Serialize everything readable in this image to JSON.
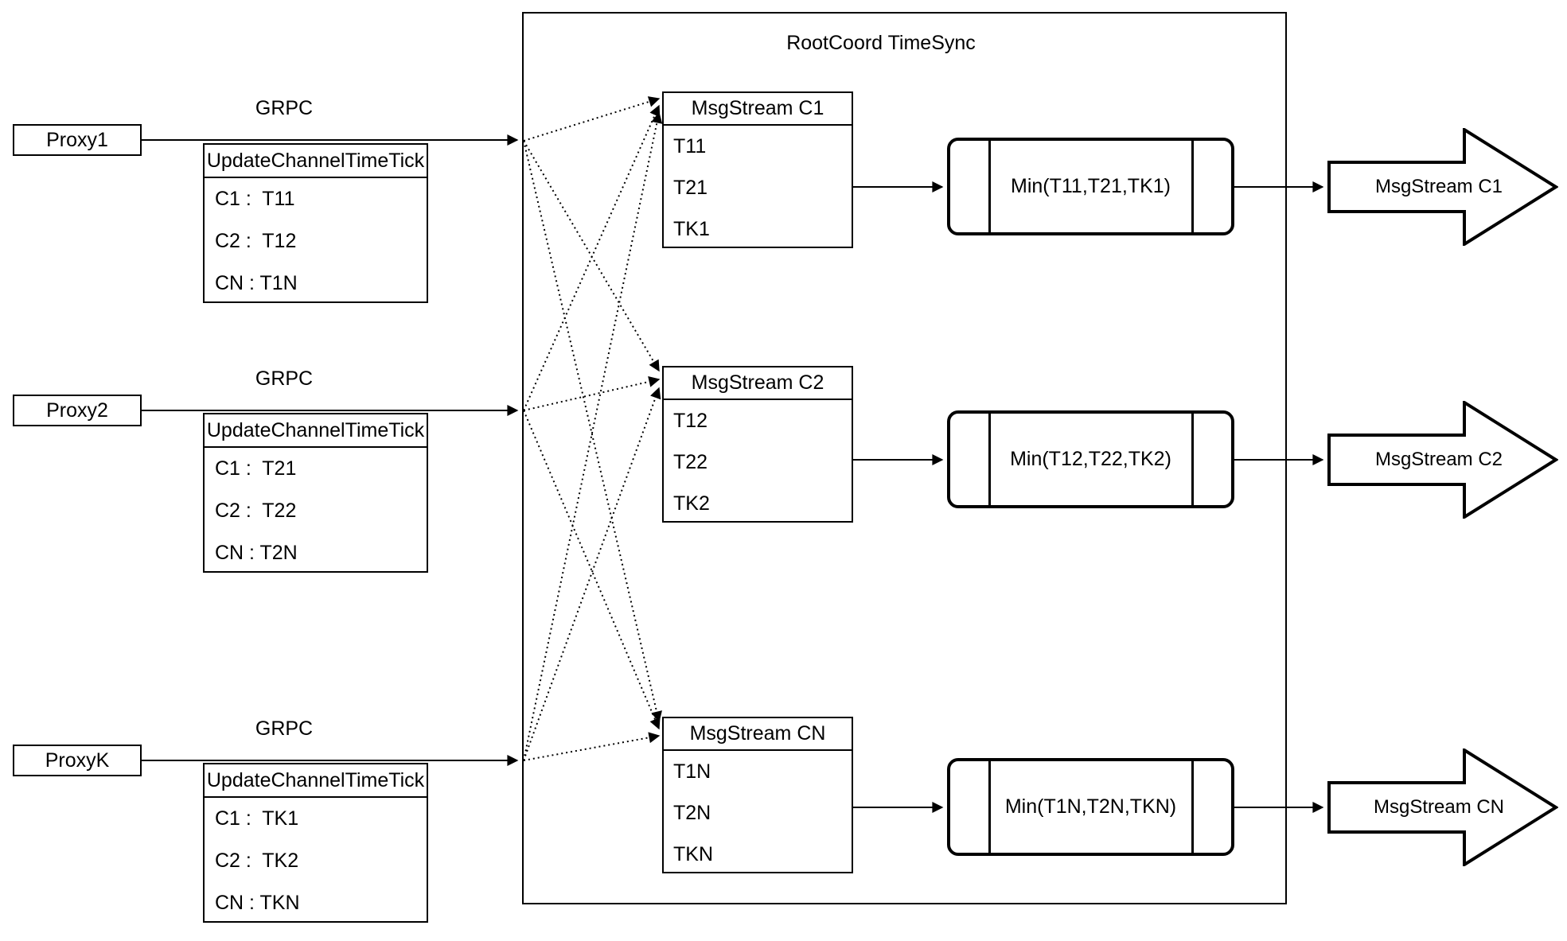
{
  "container": {
    "title": "RootCoord TimeSync"
  },
  "proxies": [
    {
      "label": "Proxy1",
      "grpc_label": "GRPC",
      "table": {
        "header": "UpdateChannelTimeTick",
        "rows": [
          "C1 :  T11",
          "C2 :  T12",
          "CN : T1N"
        ]
      }
    },
    {
      "label": "Proxy2",
      "grpc_label": "GRPC",
      "table": {
        "header": "UpdateChannelTimeTick",
        "rows": [
          "C1 :  T21",
          "C2 :  T22",
          "CN : T2N"
        ]
      }
    },
    {
      "label": "ProxyK",
      "grpc_label": "GRPC",
      "table": {
        "header": "UpdateChannelTimeTick",
        "rows": [
          "C1 :  TK1",
          "C2 :  TK2",
          "CN : TKN"
        ]
      }
    }
  ],
  "msgstreams": [
    {
      "header": "MsgStream C1",
      "rows": [
        "T11",
        "T21",
        "TK1"
      ]
    },
    {
      "header": "MsgStream C2",
      "rows": [
        "T12",
        "T22",
        "TK2"
      ]
    },
    {
      "header": "MsgStream CN",
      "rows": [
        "T1N",
        "T2N",
        "TKN"
      ]
    }
  ],
  "mins": [
    {
      "label": "Min(T11,T21,TK1)"
    },
    {
      "label": "Min(T12,T22,TK2)"
    },
    {
      "label": "Min(T1N,T2N,TKN)"
    }
  ],
  "outputs": [
    {
      "label": "MsgStream C1"
    },
    {
      "label": "MsgStream C2"
    },
    {
      "label": "MsgStream CN"
    }
  ]
}
